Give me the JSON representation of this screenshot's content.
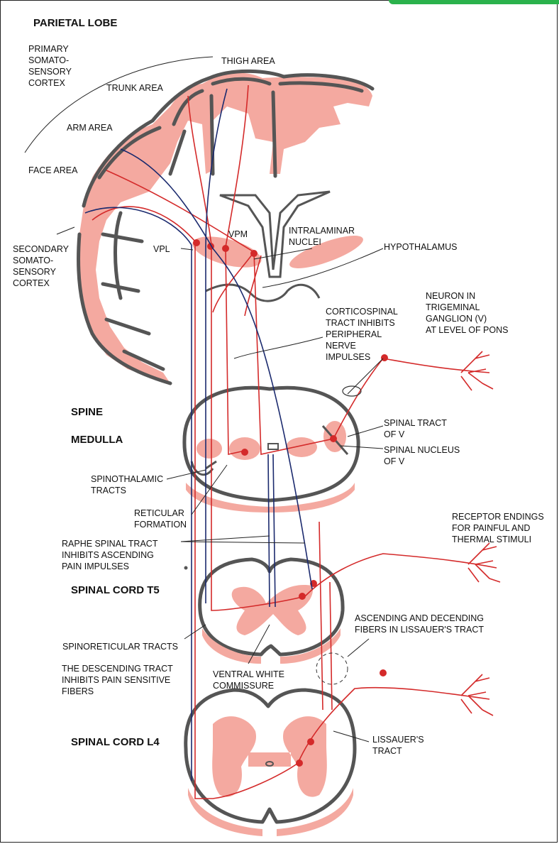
{
  "colors": {
    "accent": "#2bb24c",
    "gray_matter": "#f4a9a0",
    "ascending_pathway": "#d42a2a",
    "descending_pathway": "#1b2a6e",
    "outline": "#555555"
  },
  "headings": {
    "parietal_lobe": "PARIETAL LOBE",
    "spine": "SPINE",
    "medulla": "MEDULLA",
    "spinal_cord_t5": "SPINAL CORD T5",
    "spinal_cord_l4": "SPINAL CORD L4"
  },
  "labels": {
    "primary_cortex": [
      "PRIMARY",
      "SOMATO-",
      "SENSORY",
      "CORTEX"
    ],
    "thigh_area": "THIGH AREA",
    "trunk_area": "TRUNK AREA",
    "arm_area": "ARM AREA",
    "face_area": "FACE AREA",
    "secondary_cortex": [
      "SECONDARY",
      "SOMATO-",
      "SENSORY",
      "CORTEX"
    ],
    "vpl": "VPL",
    "vpm": "VPM",
    "intralaminar": [
      "INTRALAMINAR",
      "NUCLEI"
    ],
    "hypothalamus": "HYPOTHALAMUS",
    "corticospinal": [
      "CORTICOSPINAL",
      "TRACT INHIBITS",
      "PERIPHERAL",
      "NERVE",
      "IMPULSES"
    ],
    "trigeminal_neuron": [
      "NEURON IN",
      "TRIGEMINAL",
      "GANGLION (V)",
      "AT LEVEL OF PONS"
    ],
    "spinal_tract_v": [
      "SPINAL TRACT",
      "OF V"
    ],
    "spinal_nucleus_v": [
      "SPINAL NUCLEUS",
      "OF V"
    ],
    "spinothalamic": [
      "SPINOTHALAMIC",
      "TRACTS"
    ],
    "reticular": [
      "RETICULAR",
      "FORMATION"
    ],
    "raphe": [
      "RAPHE SPINAL TRACT",
      "INHIBITS ASCENDING",
      "PAIN IMPULSES"
    ],
    "receptor": [
      "RECEPTOR ENDINGS",
      "FOR PAINFUL AND",
      "THERMAL STIMULI"
    ],
    "lissauer_fibers": [
      "ASCENDING AND DECENDING",
      "FIBERS IN LISSAUER'S TRACT"
    ],
    "spinoreticular": "SPINORETICULAR TRACTS",
    "descending_tract": [
      "THE DESCENDING TRACT",
      "INHIBITS PAIN SENSITIVE",
      "FIBERS"
    ],
    "ventral_commissure": [
      "VENTRAL WHITE",
      "COMMISSURE"
    ],
    "lissauers_tract": [
      "LISSAUER'S",
      "TRACT"
    ]
  }
}
